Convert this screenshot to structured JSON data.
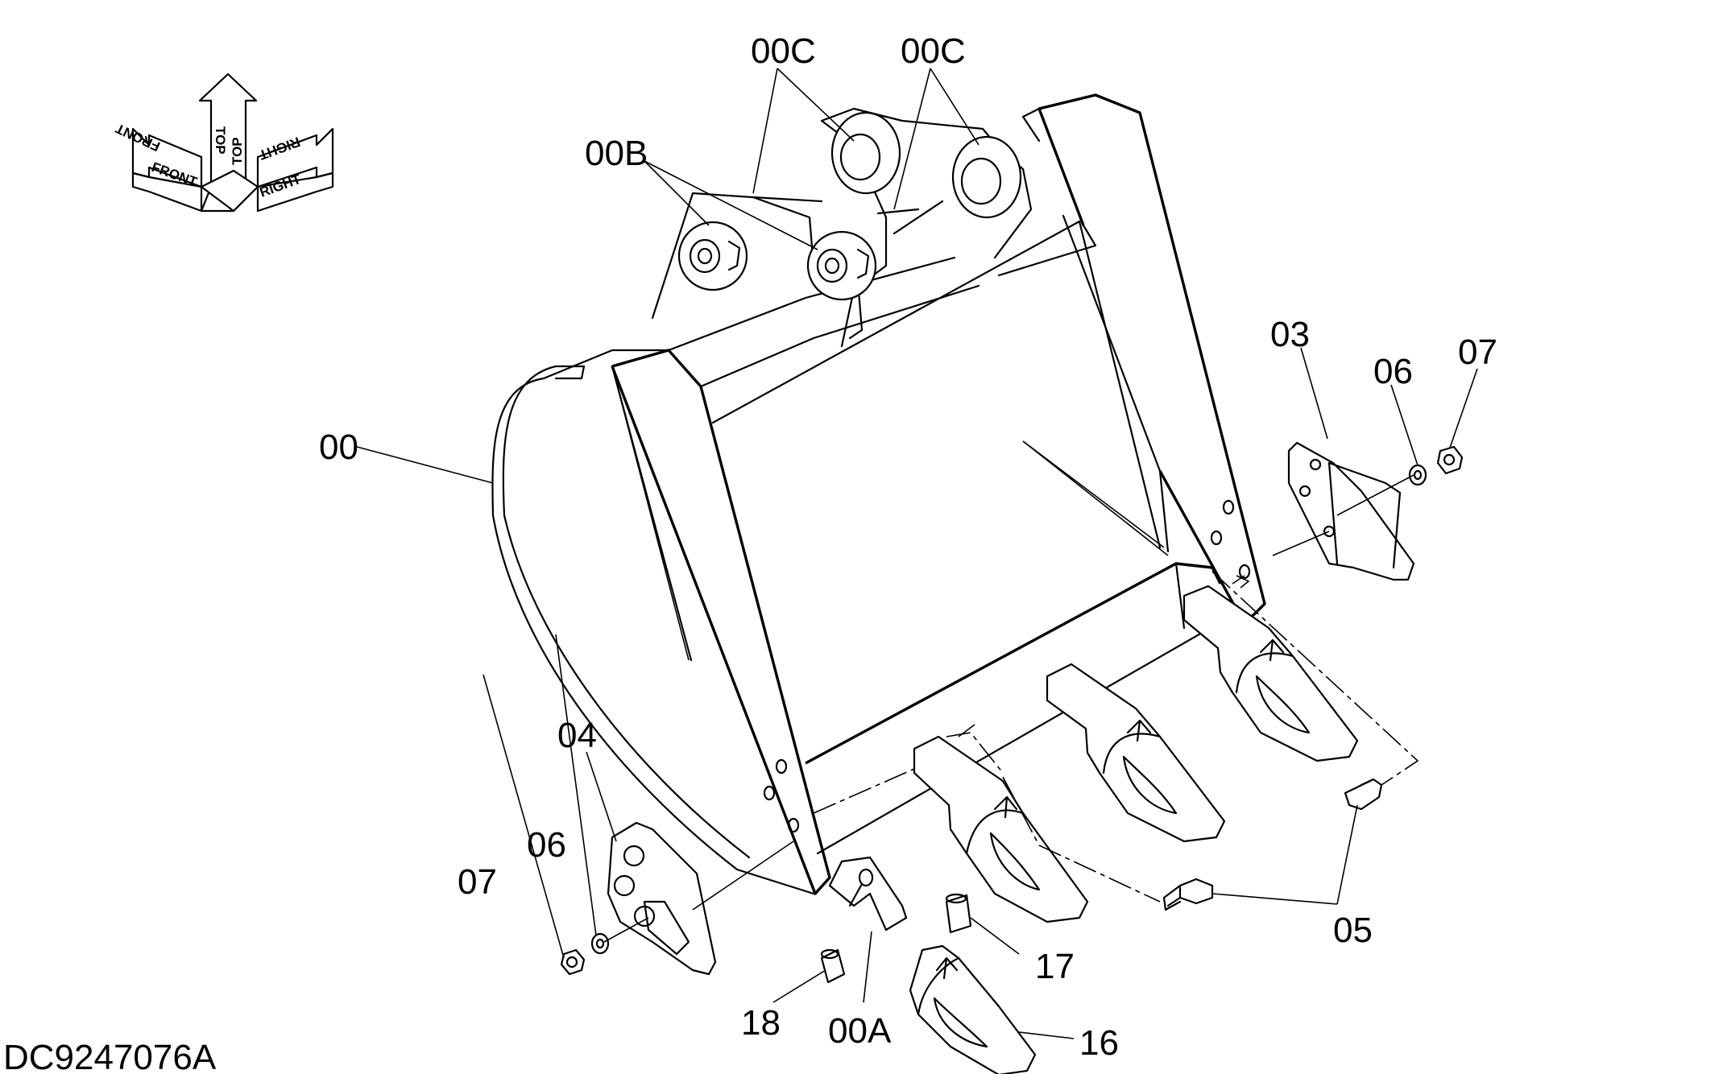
{
  "drawing_code": "DC9247076A",
  "orientation": {
    "top": "TOP",
    "front": "FRONT",
    "right": "RIGHT"
  },
  "callouts": {
    "00": "00",
    "00A": "00A",
    "00B": "00B",
    "00C_left": "00C",
    "00C_right": "00C",
    "03": "03",
    "04": "04",
    "05": "05",
    "06_right": "06",
    "06_left": "06",
    "07_right": "07",
    "07_left": "07",
    "16": "16",
    "17": "17",
    "18": "18"
  }
}
